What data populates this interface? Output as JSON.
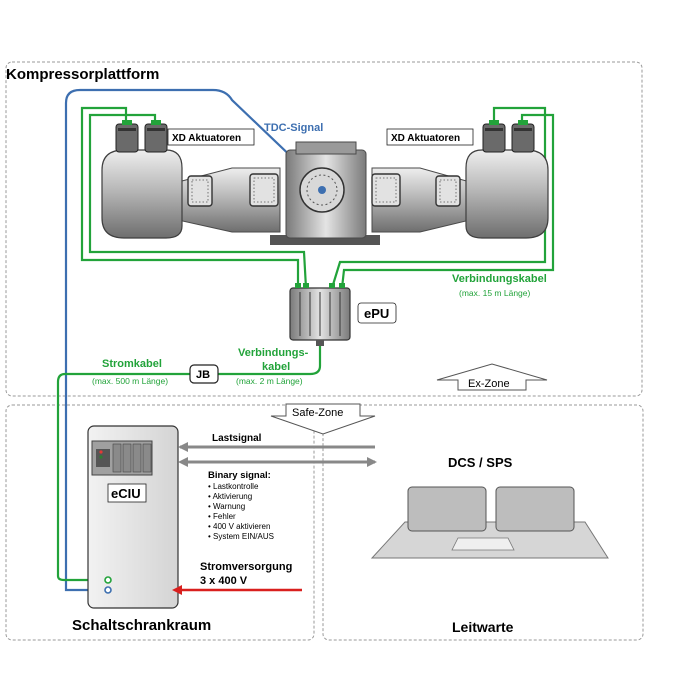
{
  "regions": {
    "platform_title": "Kompressorplattform",
    "cabinet_room_title": "Schaltschrankraum",
    "control_room_title": "Leitwarte"
  },
  "actuators": {
    "left_label": "XD Aktuatoren",
    "right_label": "XD Aktuatoren"
  },
  "signals": {
    "tdc_signal": "TDC-Signal",
    "connection_cable_top": "Verbindungskabel",
    "connection_cable_top_note": "(max. 15 m Länge)",
    "connection_cable_bottom_line1": "Verbindungs-",
    "connection_cable_bottom_line2": "kabel",
    "connection_cable_bottom_note": "(max. 2 m Länge)",
    "power_cable": "Stromkabel",
    "power_cable_note": "(max. 500 m Länge)",
    "load_signal": "Lastsignal",
    "binary_signal_title": "Binary signal:",
    "binary_signal_items": [
      "Lastkontrolle",
      "Aktivierung",
      "Warnung",
      "Fehler",
      "400 V aktivieren",
      "System EIN/AUS"
    ],
    "power_supply_line1": "Stromversorgung",
    "power_supply_line2": "3 x 400 V"
  },
  "units": {
    "epu": "ePU",
    "jb": "JB",
    "eciu": "eCIU",
    "dcs": "DCS / SPS"
  },
  "zones": {
    "ex_zone": "Ex-Zone",
    "safe_zone": "Safe-Zone"
  },
  "colors": {
    "green_cable": "#22a33a",
    "blue_cable": "#3d6fb0",
    "red_supply": "#d9201e",
    "dash_border": "#9a9a9a"
  }
}
